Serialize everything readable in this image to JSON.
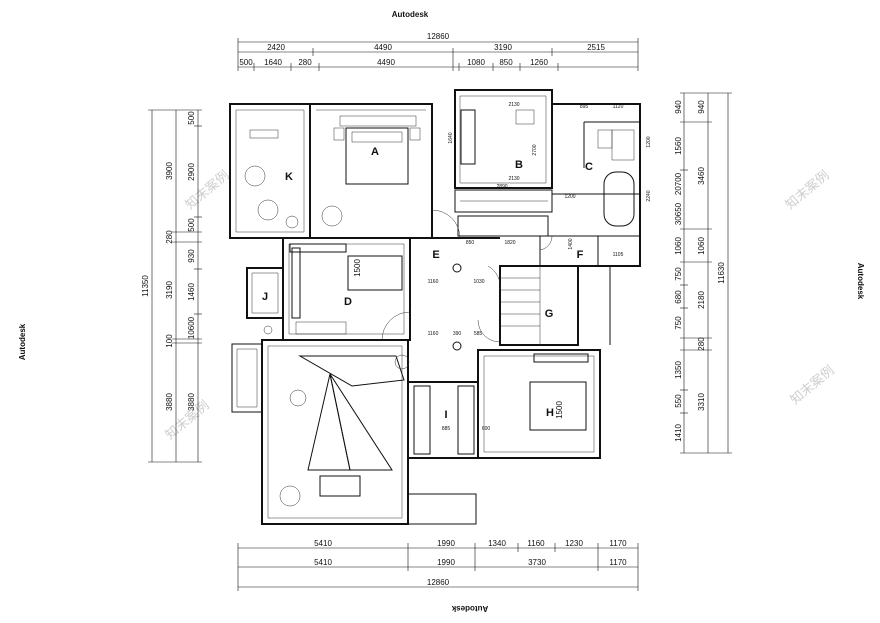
{
  "brand": "Autodesk",
  "watermarks": [
    "知末案例",
    "知末案例",
    "知末案例",
    "知末案例"
  ],
  "rooms": {
    "A": "A",
    "B": "B",
    "C": "C",
    "D": "D",
    "E": "E",
    "F": "F",
    "G": "G",
    "H": "H",
    "I": "I",
    "J": "J",
    "K": "K"
  },
  "dims": {
    "top_total": "12860",
    "top_row1": [
      "2420",
      "4490",
      "3190",
      "2515"
    ],
    "top_row2": [
      "500",
      "1640",
      "280",
      "4490",
      "1080",
      "850",
      "1260"
    ],
    "bottom_row1": [
      "5410",
      "1990",
      "1340",
      "1160",
      "1230",
      "1170"
    ],
    "bottom_row2": [
      "5410",
      "1990",
      "3730",
      "1170"
    ],
    "bottom_total": "12860",
    "left_total": "11350",
    "left_outer": [
      "3900",
      "280",
      "3190",
      "100",
      "3880"
    ],
    "left_inner": [
      "500",
      "2900",
      "500",
      "930",
      "1460",
      "10600",
      "3880"
    ],
    "right_total": "11630",
    "right_outer": [
      "940",
      "3460",
      "1060",
      "2180",
      "280",
      "3310"
    ],
    "right_inner": [
      "940",
      "1560",
      "20700",
      "30650",
      "1060",
      "750",
      "680",
      "750",
      "1350",
      "550",
      "1410"
    ]
  },
  "interior_dims": {
    "b_top": "2130",
    "b_mid": "2130",
    "b_side": "2700",
    "b_left": "1640",
    "b_bot": "2890",
    "c_top1": "895",
    "c_top2": "1120",
    "c_right": "1200",
    "c_right2": "2240",
    "c_bot": "1200",
    "wardrobe_a": "850",
    "wardrobe_b": "1820",
    "f_left": "1400",
    "f_bot": "1105",
    "e1": "1160",
    "e2": "1030",
    "e3": "1160",
    "e4": "390",
    "e5": "585",
    "d_bed": "1500",
    "h_bed": "1500",
    "i1": "885",
    "i2": "600"
  }
}
